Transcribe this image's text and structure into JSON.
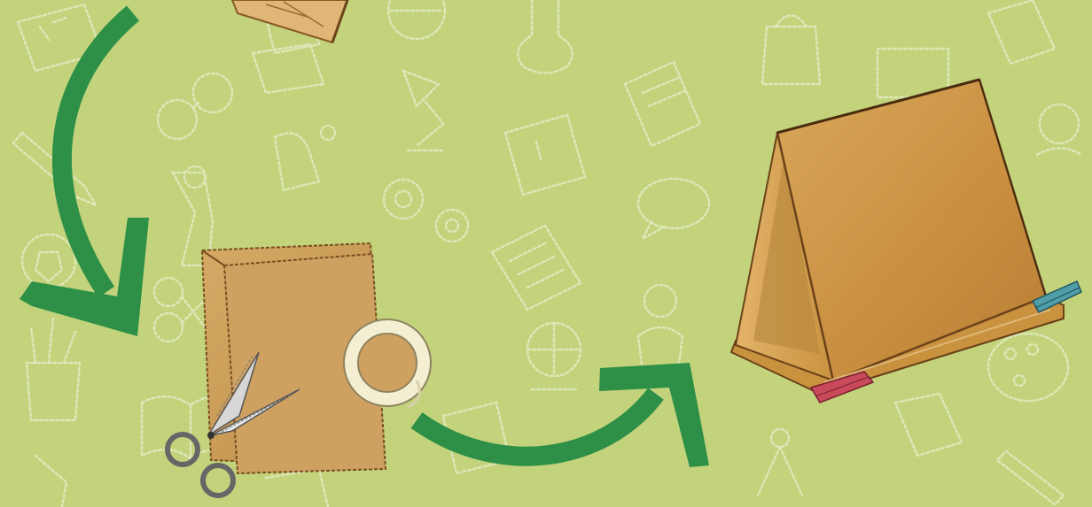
{
  "scene": {
    "background_color": "#c2d37c",
    "doodle_color": "#e8eecb",
    "arrow_color": "#2e8f47",
    "cardboard_color": "#c99b57",
    "tape_color": "#f4efd2",
    "clothespin_colors": [
      "#c94a5a",
      "#4f9da6"
    ]
  },
  "items": [
    {
      "name": "cardboard-sheet",
      "step": 0
    },
    {
      "name": "folded-cardboard-with-scissors-and-tape",
      "step": 1
    },
    {
      "name": "finished-cardboard-tent",
      "step": 2
    }
  ],
  "icons": [
    "curved-arrow-down-icon",
    "curved-arrow-right-icon",
    "scissors-icon",
    "tape-roll-icon",
    "clothespin-icon"
  ]
}
